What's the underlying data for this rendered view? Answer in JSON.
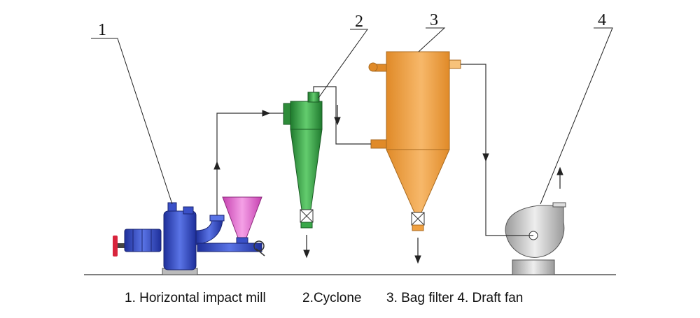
{
  "callouts": {
    "mill": "1",
    "cyclone": "2",
    "bag_filter": "3",
    "fan": "4"
  },
  "caption": {
    "mill": "1. Horizontal impact mill",
    "cyclone": "2.Cyclone",
    "filter_fan": "3. Bag filter 4. Draft fan"
  },
  "colors": {
    "mill": "#3a50c8",
    "hopper": "#e46ad2",
    "cyclone": "#3aa84a",
    "bag_filter": "#f0a040",
    "fan": "#c8c8c8",
    "handwheel": "#d8243c"
  }
}
